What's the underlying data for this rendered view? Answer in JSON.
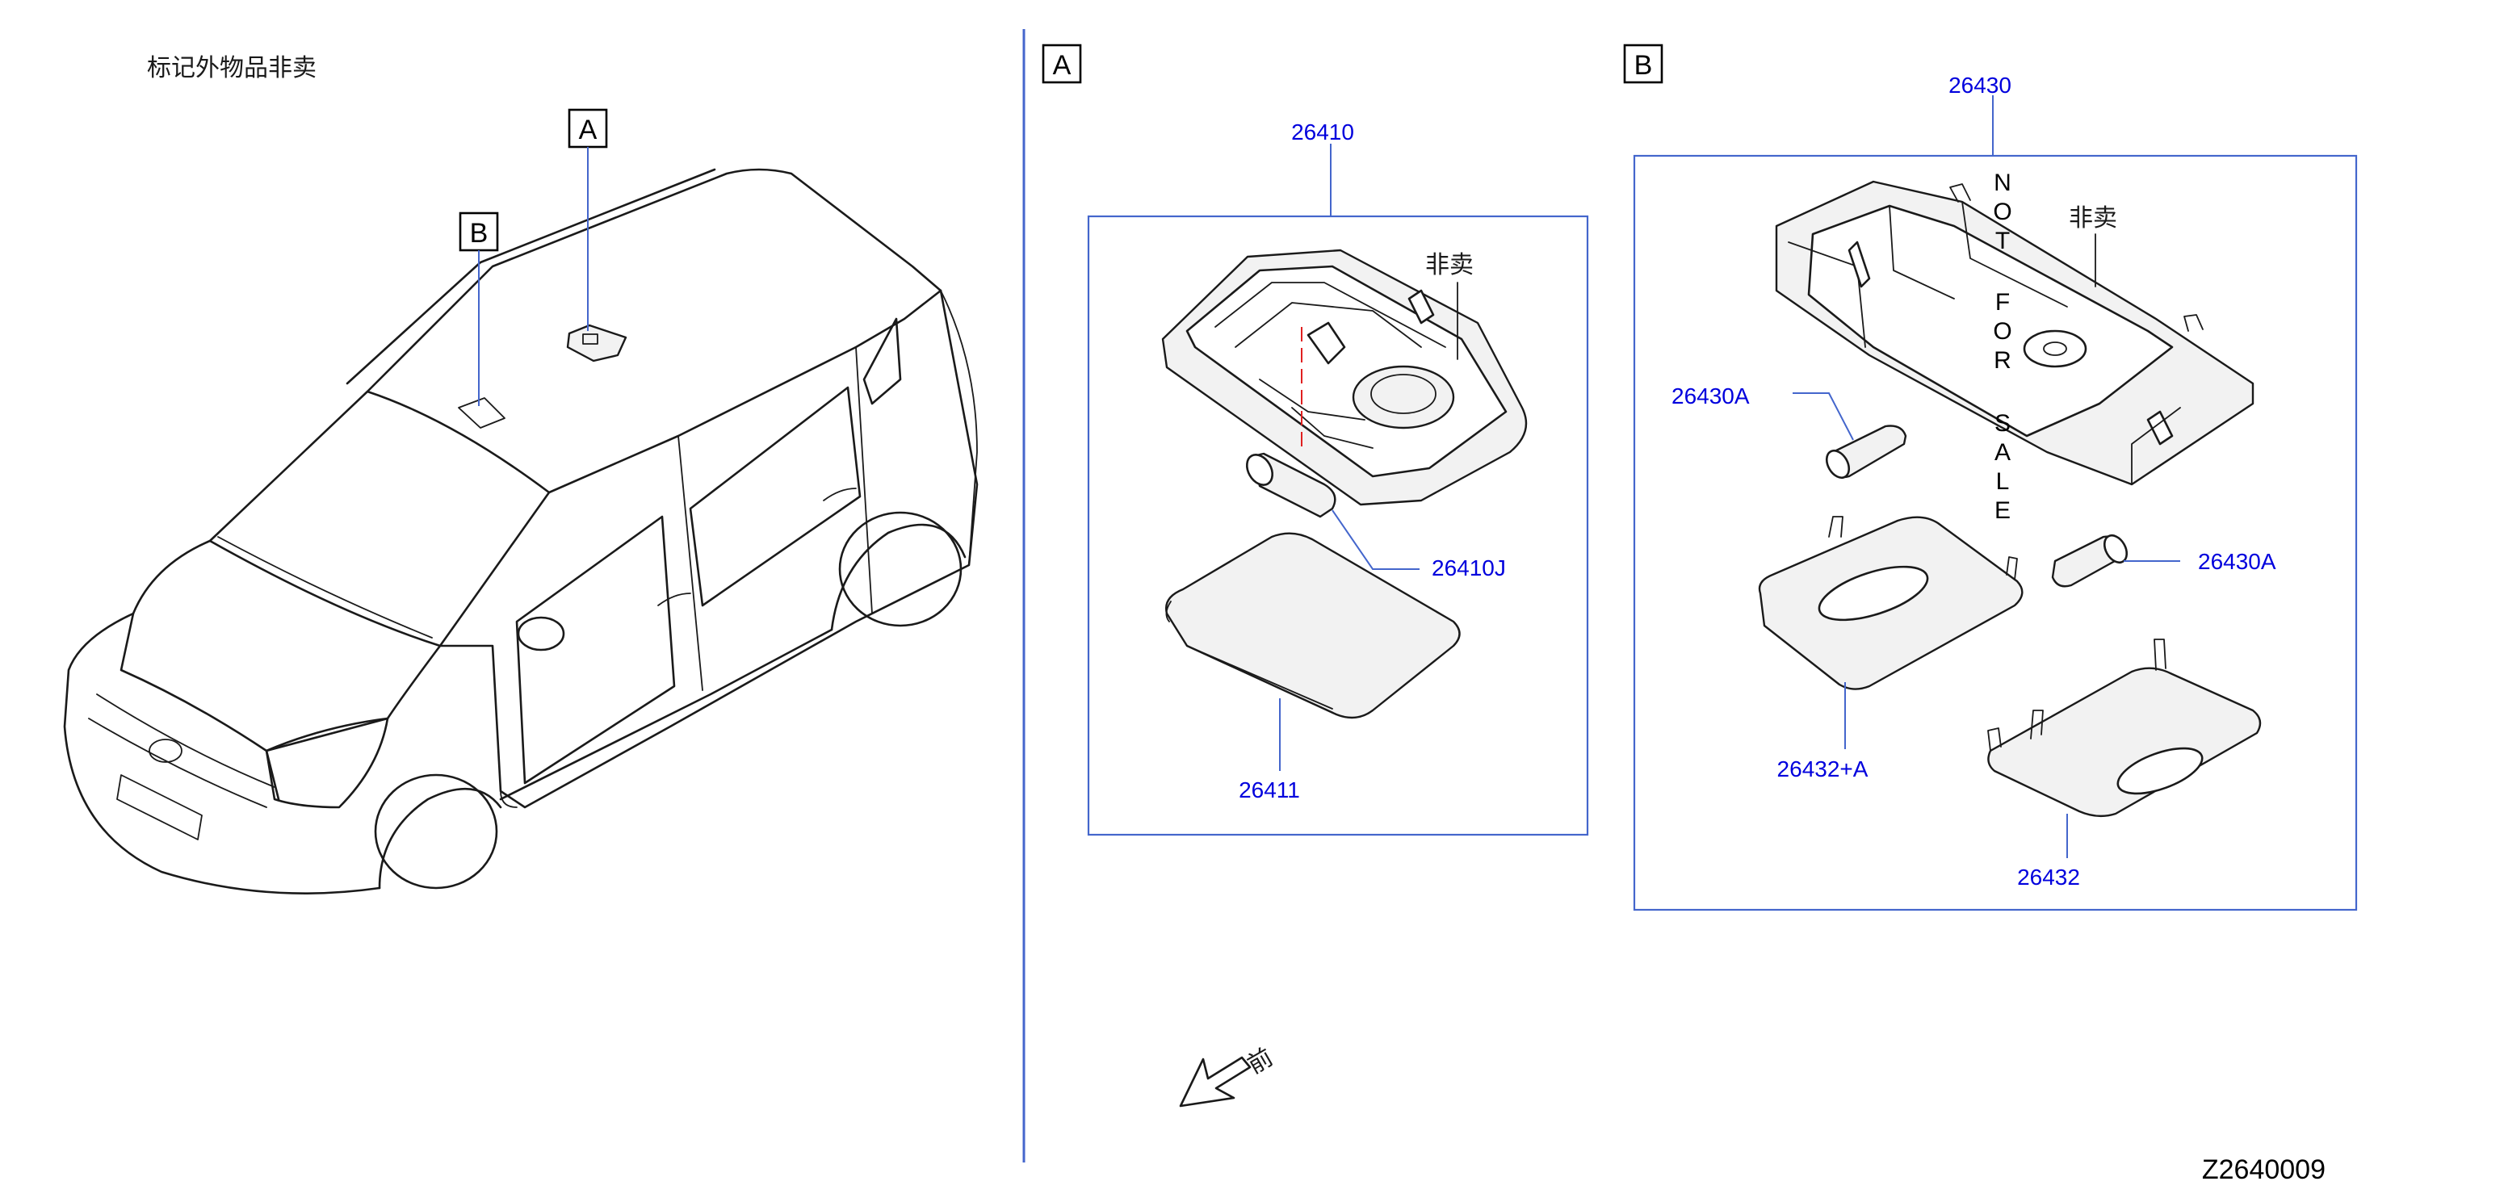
{
  "notes": {
    "left_note": "标记外物品非卖",
    "not_for_sale_a": "非卖",
    "not_for_sale_b": "非卖",
    "front_label": "前",
    "diagram_code": "Z2640009"
  },
  "view_labels": {
    "car_a": "A",
    "car_b": "B",
    "section_a": "A",
    "section_b": "B"
  },
  "part_numbers": {
    "p26410": "26410",
    "p26410J": "26410J",
    "p26411": "26411",
    "p26430": "26430",
    "p26430A_left": "26430A",
    "p26430A_right": "26430A",
    "p26432A": "26432+A",
    "p26432": "26432"
  },
  "stamp": {
    "letters": [
      "N",
      "O",
      "T",
      "F",
      "O",
      "R",
      "S",
      "A",
      "L",
      "E"
    ]
  },
  "colors": {
    "part_number": "#0000dd",
    "leader_line": "#4466cc",
    "drawing_line": "#1a1a1a",
    "alignment_mark": "#e02020"
  }
}
